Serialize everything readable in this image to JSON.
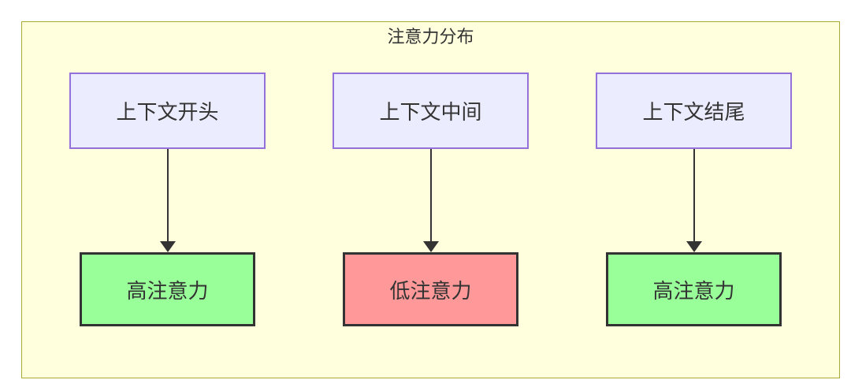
{
  "diagram": {
    "title": "注意力分布",
    "columns": [
      {
        "source": "上下文开头",
        "target": "高注意力",
        "target_type": "high"
      },
      {
        "source": "上下文中间",
        "target": "低注意力",
        "target_type": "low"
      },
      {
        "source": "上下文结尾",
        "target": "高注意力",
        "target_type": "high"
      }
    ],
    "colors": {
      "container_fill": "#FFFFDE",
      "container_border": "#AAAA33",
      "source_fill": "#ECECFF",
      "source_border": "#9370DB",
      "high_fill": "#99FF99",
      "low_fill": "#FF9999",
      "target_border": "#333333",
      "arrow": "#333333",
      "text": "#333333"
    }
  }
}
